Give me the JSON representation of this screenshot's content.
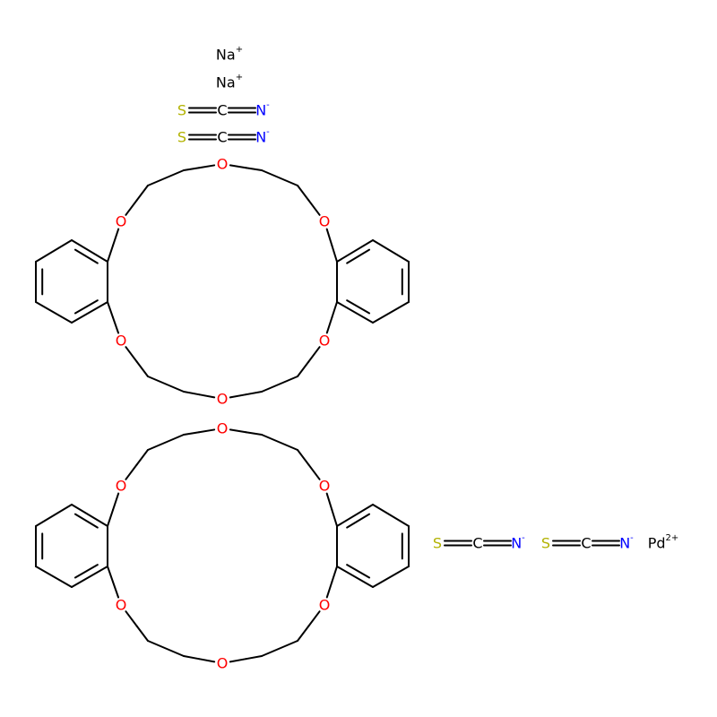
{
  "colors": {
    "bond": "#000000",
    "oxygen": "#ff0000",
    "sulfur": "#b2b200",
    "nitrogen": "#0000ff",
    "carbon": "#000000",
    "metal": "#000000",
    "background": "#ffffff"
  },
  "labels": {
    "na_symbol": "Na",
    "na_charge": "+",
    "oxygen": "O",
    "sulfur": "S",
    "carbon": "C",
    "nitrogen": "N",
    "nitrogen_charge": "-",
    "pd_symbol": "Pd",
    "pd_charge": "2+"
  },
  "structure": {
    "sodium_ions": 2,
    "thiocyanate_ions": 4,
    "crown_ethers": 2,
    "crown_ether_oxygens_each": 6,
    "palladium_ions": 1
  }
}
